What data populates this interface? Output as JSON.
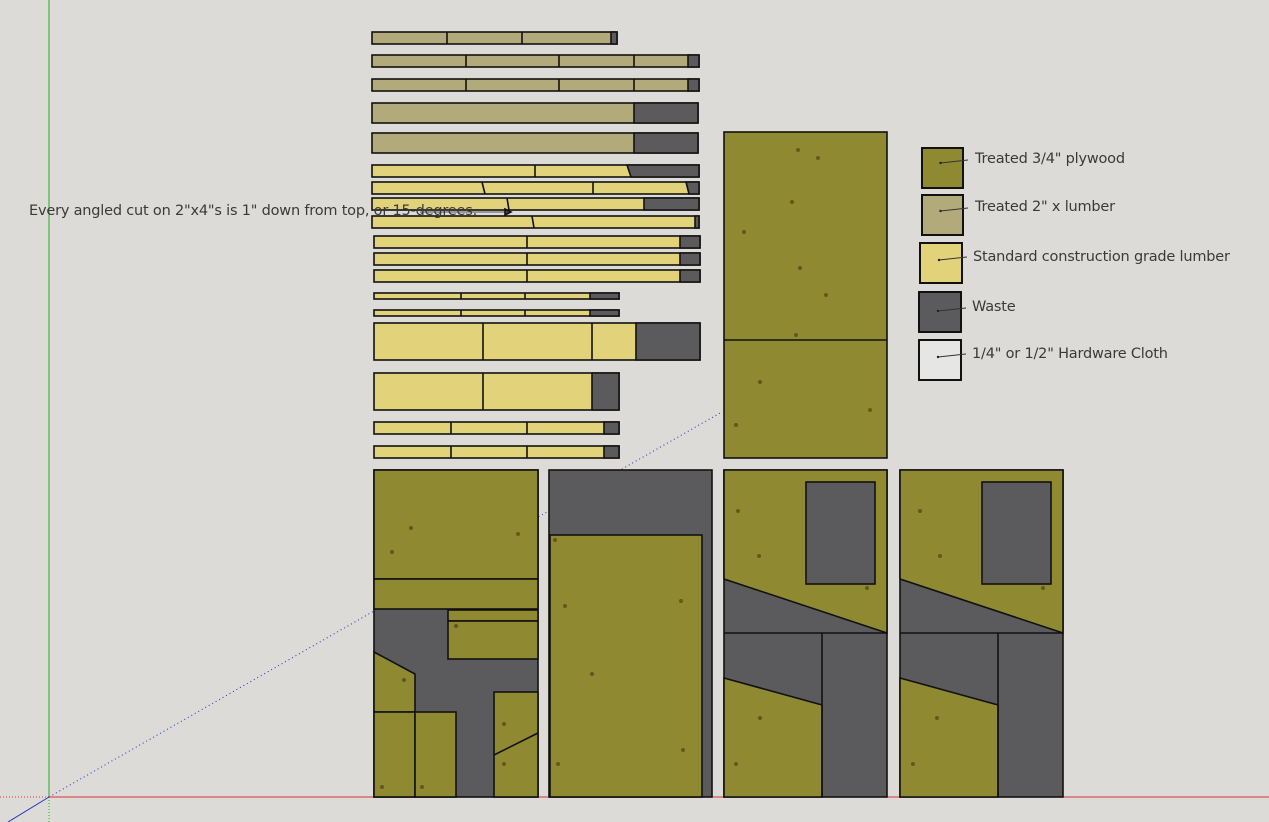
{
  "annotation": {
    "text": "Every angled cut on 2\"x4\"s is 1\" down from top, or 15-degrees."
  },
  "legend": [
    {
      "label": "Treated 3/4\" plywood",
      "color": "#8f8a32"
    },
    {
      "label": "Treated 2\" x lumber",
      "color": "#b3aa7c"
    },
    {
      "label": "Standard construction grade lumber",
      "color": "#e2d27a"
    },
    {
      "label": "Waste",
      "color": "#5b5b5d"
    },
    {
      "label": "1/4\" or 1/2\" Hardware Cloth",
      "color": "#e6e6e4"
    }
  ],
  "colors": {
    "background": "#dcdbd7",
    "axis_x": "#e03030",
    "axis_y": "#20b020",
    "axis_z": "#2030c0"
  }
}
